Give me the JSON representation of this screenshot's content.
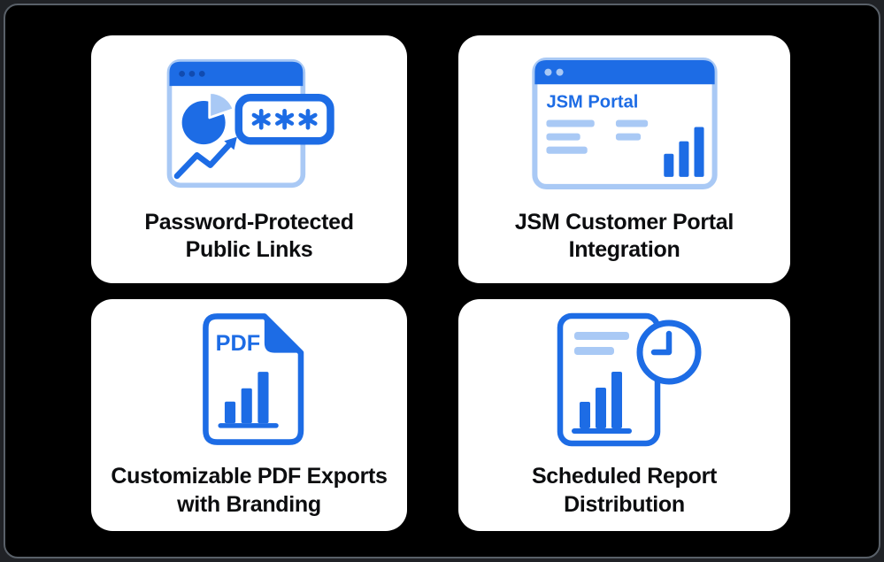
{
  "panel": {
    "background": "#000000",
    "frame_border_color": "#596068",
    "outer_background": "#202226"
  },
  "colors": {
    "primary_blue": "#1d6ce5",
    "light_blue": "#a9c9f5",
    "card_background": "#ffffff",
    "title_color": "#0c0d0f"
  },
  "cards": [
    {
      "title": "Password-Protected Public Links",
      "icon": "password-protected-window-icon",
      "password_mask": "***"
    },
    {
      "title": "JSM Customer Portal Integration",
      "icon": "jsm-portal-window-icon",
      "icon_text": "JSM Portal"
    },
    {
      "title": "Customizable PDF Exports with Branding",
      "icon": "pdf-export-icon",
      "icon_text": "PDF"
    },
    {
      "title": "Scheduled Report Distribution",
      "icon": "scheduled-report-icon"
    }
  ]
}
